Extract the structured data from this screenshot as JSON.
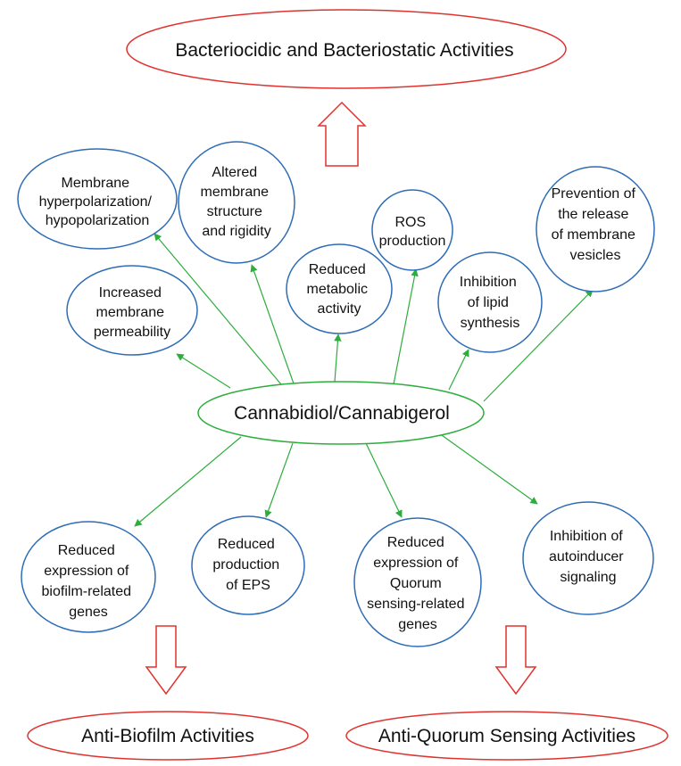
{
  "colors": {
    "outcome_stroke": "#e0322e",
    "center_stroke": "#2dad3c",
    "node_stroke": "#2e6db6",
    "connector": "#2dad3c",
    "big_arrow_stroke": "#e0322e"
  },
  "outcomes": {
    "bactericidal": "Bacteriocidic and Bacteriostatic Activities",
    "antibiofilm": "Anti-Biofilm Activities",
    "antiquorum": "Anti-Quorum Sensing Activities"
  },
  "center": {
    "label": "Cannabidiol/Cannabigerol"
  },
  "mechanisms": {
    "polarization": [
      "Membrane",
      "hyperpolarization/",
      "hypopolarization"
    ],
    "altered_membrane": [
      "Altered",
      "membrane",
      "structure",
      "and rigidity"
    ],
    "ros": [
      "ROS",
      "production"
    ],
    "vesicles": [
      "Prevention of",
      "the release",
      "of membrane",
      "vesicles"
    ],
    "permeability": [
      "Increased",
      "membrane",
      "permeability"
    ],
    "metabolic": [
      "Reduced",
      "metabolic",
      "activity"
    ],
    "lipid": [
      "Inhibition",
      "of lipid",
      "synthesis"
    ],
    "biofilm_genes": [
      "Reduced",
      "expression of",
      "biofilm-related",
      "genes"
    ],
    "eps": [
      "Reduced",
      "production",
      "of EPS"
    ],
    "quorum_genes": [
      "Reduced",
      "expression of",
      "Quorum",
      "sensing-related",
      "genes"
    ],
    "autoinducer": [
      "Inhibition of",
      "autoinducer",
      "signaling"
    ]
  }
}
